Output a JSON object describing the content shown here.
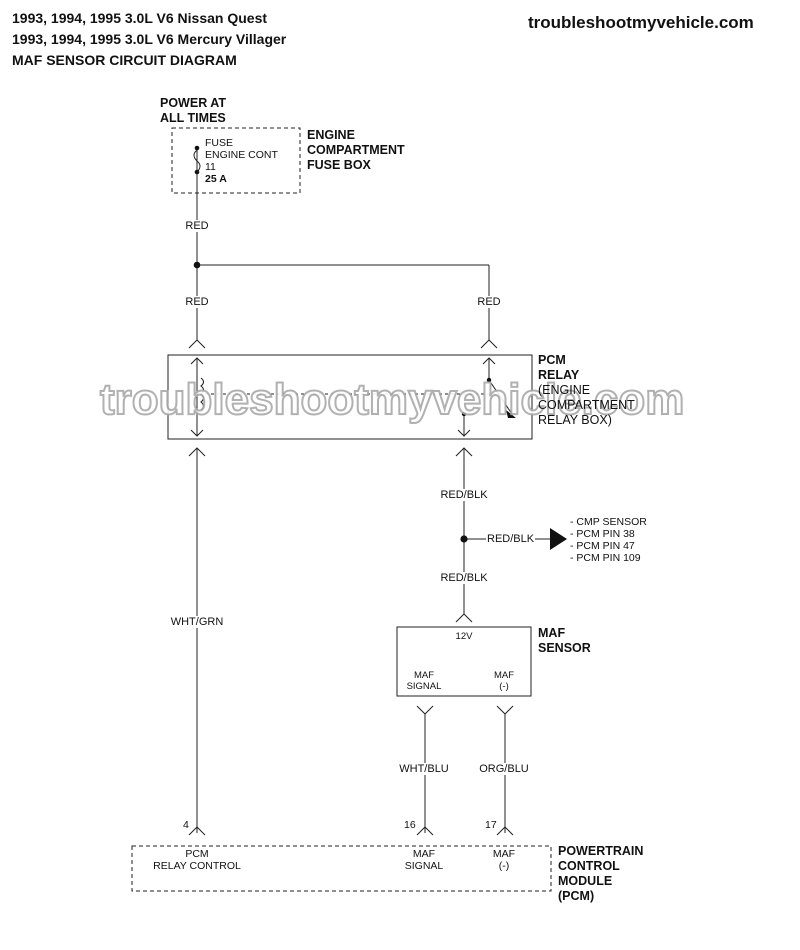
{
  "header": {
    "line1": "1993, 1994, 1995 3.0L V6 Nissan Quest",
    "line2": "1993, 1994, 1995 3.0L V6 Mercury Villager",
    "line3": "MAF SENSOR CIRCUIT DIAGRAM",
    "site": "troubleshootmyvehicle.com"
  },
  "watermark": "troubleshootmyvehicle.com",
  "power": {
    "line1": "POWER AT",
    "line2": "ALL TIMES"
  },
  "fuse": {
    "label1": "FUSE",
    "label2": "ENGINE CONT",
    "number": "11",
    "rating": "25 A"
  },
  "fuse_box": {
    "line1": "ENGINE",
    "line2": "COMPARTMENT",
    "line3": "FUSE BOX"
  },
  "wires": {
    "red_1": "RED",
    "red_2": "RED",
    "red_3": "RED",
    "red_blk_1": "RED/BLK",
    "red_blk_2": "RED/BLK",
    "red_blk_3": "RED/BLK",
    "wht_grn": "WHT/GRN",
    "wht_blu": "WHT/BLU",
    "org_blu": "ORG/BLU"
  },
  "pcm_relay": {
    "line1": "PCM",
    "line2": "RELAY",
    "line3": "(ENGINE",
    "line4": "COMPARTMENT",
    "line5": "RELAY BOX)"
  },
  "splice_list": [
    "- CMP SENSOR",
    "- PCM PIN 38",
    "- PCM PIN 47",
    "- PCM PIN 109"
  ],
  "maf_sensor": {
    "voltage": "12V",
    "signal_1": "MAF",
    "signal_2": "SIGNAL",
    "neg_1": "MAF",
    "neg_2": "(-)",
    "title1": "MAF",
    "title2": "SENSOR"
  },
  "pins": {
    "p4": "4",
    "p16": "16",
    "p17": "17"
  },
  "pcm": {
    "relay_ctrl_1": "PCM",
    "relay_ctrl_2": "RELAY CONTROL",
    "maf_sig_1": "MAF",
    "maf_sig_2": "SIGNAL",
    "maf_neg_1": "MAF",
    "maf_neg_2": "(-)",
    "title1": "POWERTRAIN",
    "title2": "CONTROL",
    "title3": "MODULE",
    "title4": "(PCM)"
  }
}
